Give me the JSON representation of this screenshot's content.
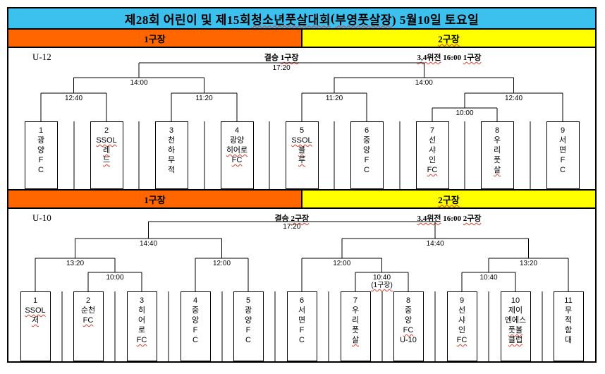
{
  "title": {
    "bg": "#3CC0EE",
    "segments": [
      {
        "t": "제28회 어린이 및 제15회 ",
        "w": false
      },
      {
        "t": "청소년풋살대회",
        "w": true
      },
      {
        "t": " (",
        "w": false
      },
      {
        "t": "부영풋살장",
        "w": true
      },
      {
        "t": ") 5월10일 토요일",
        "w": false
      }
    ]
  },
  "field_bands": [
    {
      "cells": [
        {
          "bg": "#FF6600",
          "segments": [
            {
              "t": "1구장",
              "w": false
            }
          ]
        },
        {
          "bg": "#FFFF00",
          "segments": [
            {
              "t": "2구장",
              "w": true
            }
          ]
        }
      ]
    },
    {
      "cells": [
        {
          "bg": "#FF6600",
          "segments": [
            {
              "t": "1구장",
              "w": false
            }
          ]
        },
        {
          "bg": "#FFFF00",
          "segments": [
            {
              "t": "2구장",
              "w": true
            }
          ]
        }
      ]
    }
  ],
  "sections": [
    {
      "label": "U-12",
      "final_label": [
        {
          "t": "결승 ",
          "w": false
        },
        {
          "t": "1구장",
          "w": true
        }
      ],
      "third_label": [
        {
          "t": "3,4위전",
          "w": true
        },
        {
          "t": " 16:00 ",
          "w": false
        },
        {
          "t": "1구장",
          "w": true
        }
      ],
      "teams": [
        {
          "num": "1",
          "lines": [
            {
              "t": "광",
              "w": false
            },
            {
              "t": "양",
              "w": false
            },
            {
              "t": "F",
              "w": false
            },
            {
              "t": "C",
              "w": false
            }
          ]
        },
        {
          "num": "2",
          "lines": [
            {
              "t": "SSOL",
              "w": true
            },
            {
              "t": "레",
              "w": true
            },
            {
              "t": "드",
              "w": true
            }
          ]
        },
        {
          "num": "3",
          "lines": [
            {
              "t": "천",
              "w": false
            },
            {
              "t": "하",
              "w": false
            },
            {
              "t": "무",
              "w": false
            },
            {
              "t": "적",
              "w": false
            }
          ]
        },
        {
          "num": "4",
          "lines": [
            {
              "t": "광양",
              "w": false
            },
            {
              "t": "히어로",
              "w": true
            },
            {
              "t": "FC",
              "w": true
            }
          ]
        },
        {
          "num": "5",
          "lines": [
            {
              "t": "SSOL",
              "w": true
            },
            {
              "t": "블",
              "w": true
            },
            {
              "t": "루",
              "w": true
            }
          ]
        },
        {
          "num": "6",
          "lines": [
            {
              "t": "중",
              "w": false
            },
            {
              "t": "앙",
              "w": false
            },
            {
              "t": "F",
              "w": false
            },
            {
              "t": "C",
              "w": false
            }
          ]
        },
        {
          "num": "7",
          "lines": [
            {
              "t": "선",
              "w": false
            },
            {
              "t": "샤",
              "w": false
            },
            {
              "t": "인",
              "w": false
            },
            {
              "t": "FC",
              "w": true
            }
          ]
        },
        {
          "num": "8",
          "lines": [
            {
              "t": "우",
              "w": false
            },
            {
              "t": "리",
              "w": false
            },
            {
              "t": "풋",
              "w": false
            },
            {
              "t": "살",
              "w": true
            }
          ]
        },
        {
          "num": "9",
          "lines": [
            {
              "t": "서",
              "w": false
            },
            {
              "t": "면",
              "w": false
            },
            {
              "t": "F",
              "w": false
            },
            {
              "t": "C",
              "w": false
            }
          ]
        }
      ],
      "bracket": {
        "time": "17:20",
        "round": "final",
        "children": [
          {
            "time": "14:00",
            "round": "semi",
            "children": [
              {
                "time": "12:40",
                "round": "quarter",
                "children": [
                  {
                    "team": 0
                  },
                  {
                    "team": 1
                  }
                ]
              },
              {
                "time": "11:20",
                "round": "quarter",
                "children": [
                  {
                    "team": 2
                  },
                  {
                    "team": 3
                  }
                ]
              }
            ]
          },
          {
            "time": "14:00",
            "round": "semi",
            "children": [
              {
                "time": "11:20",
                "round": "quarter",
                "children": [
                  {
                    "team": 4
                  },
                  {
                    "team": 5
                  }
                ]
              },
              {
                "time": "12:40",
                "round": "quarter",
                "children": [
                  {
                    "time": "10:00",
                    "round": "prelim",
                    "children": [
                      {
                        "team": 6
                      },
                      {
                        "team": 7
                      }
                    ]
                  },
                  {
                    "team": 8
                  }
                ]
              }
            ]
          }
        ]
      }
    },
    {
      "label": "U-10",
      "final_label": [
        {
          "t": "결승 ",
          "w": false
        },
        {
          "t": "2구장",
          "w": true
        }
      ],
      "third_label": [
        {
          "t": "3,4위전",
          "w": true
        },
        {
          "t": " 16:00 ",
          "w": false
        },
        {
          "t": "2구장",
          "w": true
        }
      ],
      "teams": [
        {
          "num": "1",
          "lines": [
            {
              "t": "SSOL",
              "w": true
            },
            {
              "t": "저",
              "w": true
            }
          ]
        },
        {
          "num": "2",
          "lines": [
            {
              "t": "순천",
              "w": false
            },
            {
              "t": "FC",
              "w": true
            }
          ]
        },
        {
          "num": "3",
          "lines": [
            {
              "t": "히",
              "w": false
            },
            {
              "t": "어",
              "w": false
            },
            {
              "t": "로",
              "w": false
            },
            {
              "t": "FC",
              "w": true
            }
          ]
        },
        {
          "num": "4",
          "lines": [
            {
              "t": "중",
              "w": false
            },
            {
              "t": "앙",
              "w": false
            },
            {
              "t": "F",
              "w": false
            },
            {
              "t": "C",
              "w": false
            }
          ]
        },
        {
          "num": "5",
          "lines": [
            {
              "t": "광",
              "w": false
            },
            {
              "t": "양",
              "w": false
            },
            {
              "t": "F",
              "w": false
            },
            {
              "t": "C",
              "w": false
            }
          ]
        },
        {
          "num": "6",
          "lines": [
            {
              "t": "서",
              "w": false
            },
            {
              "t": "면",
              "w": false
            },
            {
              "t": "F",
              "w": false
            },
            {
              "t": "C",
              "w": false
            }
          ]
        },
        {
          "num": "7",
          "lines": [
            {
              "t": "우",
              "w": false
            },
            {
              "t": "리",
              "w": false
            },
            {
              "t": "풋",
              "w": false
            },
            {
              "t": "살",
              "w": true
            }
          ]
        },
        {
          "num": "8",
          "lines": [
            {
              "t": "중",
              "w": false
            },
            {
              "t": "앙",
              "w": false
            },
            {
              "t": "FC",
              "w": true
            },
            {
              "t": "U-10",
              "w": false
            }
          ]
        },
        {
          "num": "9",
          "lines": [
            {
              "t": "선",
              "w": false
            },
            {
              "t": "샤",
              "w": false
            },
            {
              "t": "인",
              "w": false
            },
            {
              "t": "FC",
              "w": true
            }
          ]
        },
        {
          "num": "10",
          "lines": [
            {
              "t": "제이",
              "w": false
            },
            {
              "t": "엔에스",
              "w": false
            },
            {
              "t": "풋볼",
              "w": true
            },
            {
              "t": "클럽",
              "w": true
            }
          ]
        },
        {
          "num": "11",
          "lines": [
            {
              "t": "무",
              "w": false
            },
            {
              "t": "적",
              "w": false
            },
            {
              "t": "함",
              "w": false
            },
            {
              "t": "대",
              "w": false
            }
          ]
        }
      ],
      "bracket": {
        "time": "17:20",
        "round": "final",
        "children": [
          {
            "time": "14:40",
            "round": "semi",
            "children": [
              {
                "time": "13:20",
                "round": "quarter",
                "children": [
                  {
                    "team": 0
                  },
                  {
                    "time": "10:00",
                    "round": "prelim",
                    "children": [
                      {
                        "team": 1
                      },
                      {
                        "team": 2
                      }
                    ]
                  }
                ]
              },
              {
                "time": "12:00",
                "round": "quarter",
                "children": [
                  {
                    "team": 3
                  },
                  {
                    "team": 4
                  }
                ]
              }
            ]
          },
          {
            "time": "14:40",
            "round": "semi",
            "children": [
              {
                "time": "12:00",
                "round": "quarter",
                "children": [
                  {
                    "team": 5
                  },
                  {
                    "time": "10:40",
                    "venue": "(1구장)",
                    "venue_w": true,
                    "round": "prelim",
                    "children": [
                      {
                        "team": 6
                      },
                      {
                        "team": 7
                      }
                    ]
                  }
                ]
              },
              {
                "time": "13:20",
                "round": "quarter",
                "children": [
                  {
                    "time": "10:40",
                    "round": "prelim",
                    "children": [
                      {
                        "team": 8
                      },
                      {
                        "team": 9
                      }
                    ]
                  },
                  {
                    "team": 10
                  }
                ]
              }
            ]
          }
        ]
      }
    }
  ]
}
